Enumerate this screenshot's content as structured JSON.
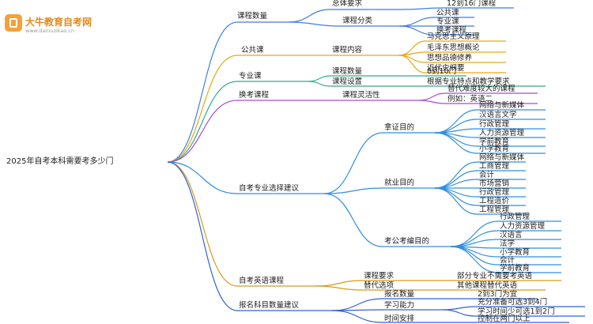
{
  "watermark": {
    "name": "大牛教育自考网",
    "url": "www.daniuzikao.cn"
  },
  "root": "2025年自考本科需要考多少门",
  "branches": {
    "course_count": {
      "label": "课程数量",
      "total": {
        "label": "总体要求",
        "value": "12到16门课程"
      },
      "classes": {
        "label": "课程分类",
        "items": [
          "公共课",
          "专业课",
          "换考课程"
        ]
      }
    },
    "public": {
      "label": "公共课",
      "content_label": "课程内容",
      "items": [
        "马克思主义原理",
        "毛泽东思想概论",
        "思想品德修养",
        "近代史纲要"
      ]
    },
    "major": {
      "label": "专业课",
      "count": {
        "label": "课程数量",
        "value": "8到10门"
      },
      "setting": {
        "label": "课程设置",
        "value": "根据专业特点和教学要求"
      }
    },
    "switch": {
      "label": "换考课程",
      "flex": {
        "label": "课程灵活性",
        "items": [
          "替代难度较大的课程",
          "例如：英语二"
        ]
      }
    },
    "advice": {
      "label": "自考专业选择建议",
      "cert": {
        "label": "拿证目的",
        "items": [
          "网络与新媒体",
          "汉语言文学",
          "行政管理",
          "人力资源管理",
          "学前教育",
          "小学教育"
        ]
      },
      "job": {
        "label": "就业目的",
        "items": [
          "网络与新媒体",
          "工商管理",
          "会计",
          "市场营销",
          "行政管理",
          "工程造价",
          "工程管理"
        ]
      },
      "exam": {
        "label": "考公考编目的",
        "items": [
          "行政管理",
          "人力资源管理",
          "汉语言",
          "法学",
          "小学教育",
          "会计",
          "学前教育"
        ]
      }
    },
    "english": {
      "label": "自考英语课程",
      "req": {
        "label": "课程要求",
        "value": "部分专业不需要考英语"
      },
      "alt": {
        "label": "替代选项",
        "value": "其他课程替代英语"
      }
    },
    "plan": {
      "label": "报名科目数量建议",
      "signup": {
        "label": "报名数量",
        "value": "2到3门为宜"
      },
      "ability": {
        "label": "学习能力",
        "items": [
          "充分准备可选3到4门",
          "学习时间少可选1到2门"
        ]
      },
      "time": {
        "label": "时间安排",
        "value": "控制在两门以上"
      }
    }
  },
  "colors": {
    "course_count": "#3e7ee0",
    "public": "#e6a817",
    "major": "#2fae8a",
    "switch": "#a24fd1",
    "advice": "#2f8fe0",
    "english": "#d89a1a",
    "plan": "#2f63d6"
  }
}
